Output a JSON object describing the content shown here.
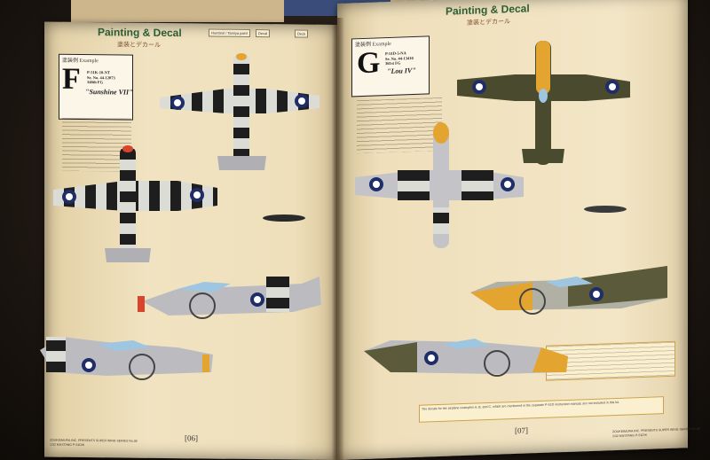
{
  "spread": {
    "left_page": {
      "title": "Painting & Decal",
      "subtitle": "塗装とデカール",
      "legend": [
        "Humbrol / Tamiya paint",
        "Decal",
        "Deck"
      ],
      "example_label": "塗装例 Example",
      "letter": "F",
      "plane_info": [
        "P-51K-10-NT",
        "Se. No. 44-12073",
        "348th FG"
      ],
      "plane_name": "\"Sunshine VII\"",
      "page_number": "[06]",
      "footer": [
        "ZOUKEIMURA INC. PRESENTS  SUPER WING SERIES No.08",
        "1/32  MUSTANG P-51D/K"
      ]
    },
    "right_page": {
      "title": "Painting & Decal",
      "subtitle": "塗装とデカール",
      "example_label": "塗装例 Example",
      "letter": "G",
      "plane_info": [
        "P-51D-5-NA",
        "Se. No. 44-13410",
        "361st FG"
      ],
      "plane_name": "\"Lou IV\"",
      "page_number": "[07]",
      "footer": [
        "ZOUKEIMURA INC. PRESENTS  SUPER WING SERIES No.08",
        "1/32  MUSTANG P-51D/K"
      ],
      "note": "The decals for the airplane examples A, B, and C, which are mentioned in the separate P-51D instruction manual, are not included in this kit."
    }
  },
  "colors": {
    "paper": "#efdfbb",
    "olive_drab": "#4a4a2e",
    "aluminium": "#b9b9bd",
    "invasion_black": "#1e1e1e",
    "yellow": "#e3a530",
    "green_title": "#2b5c33"
  }
}
